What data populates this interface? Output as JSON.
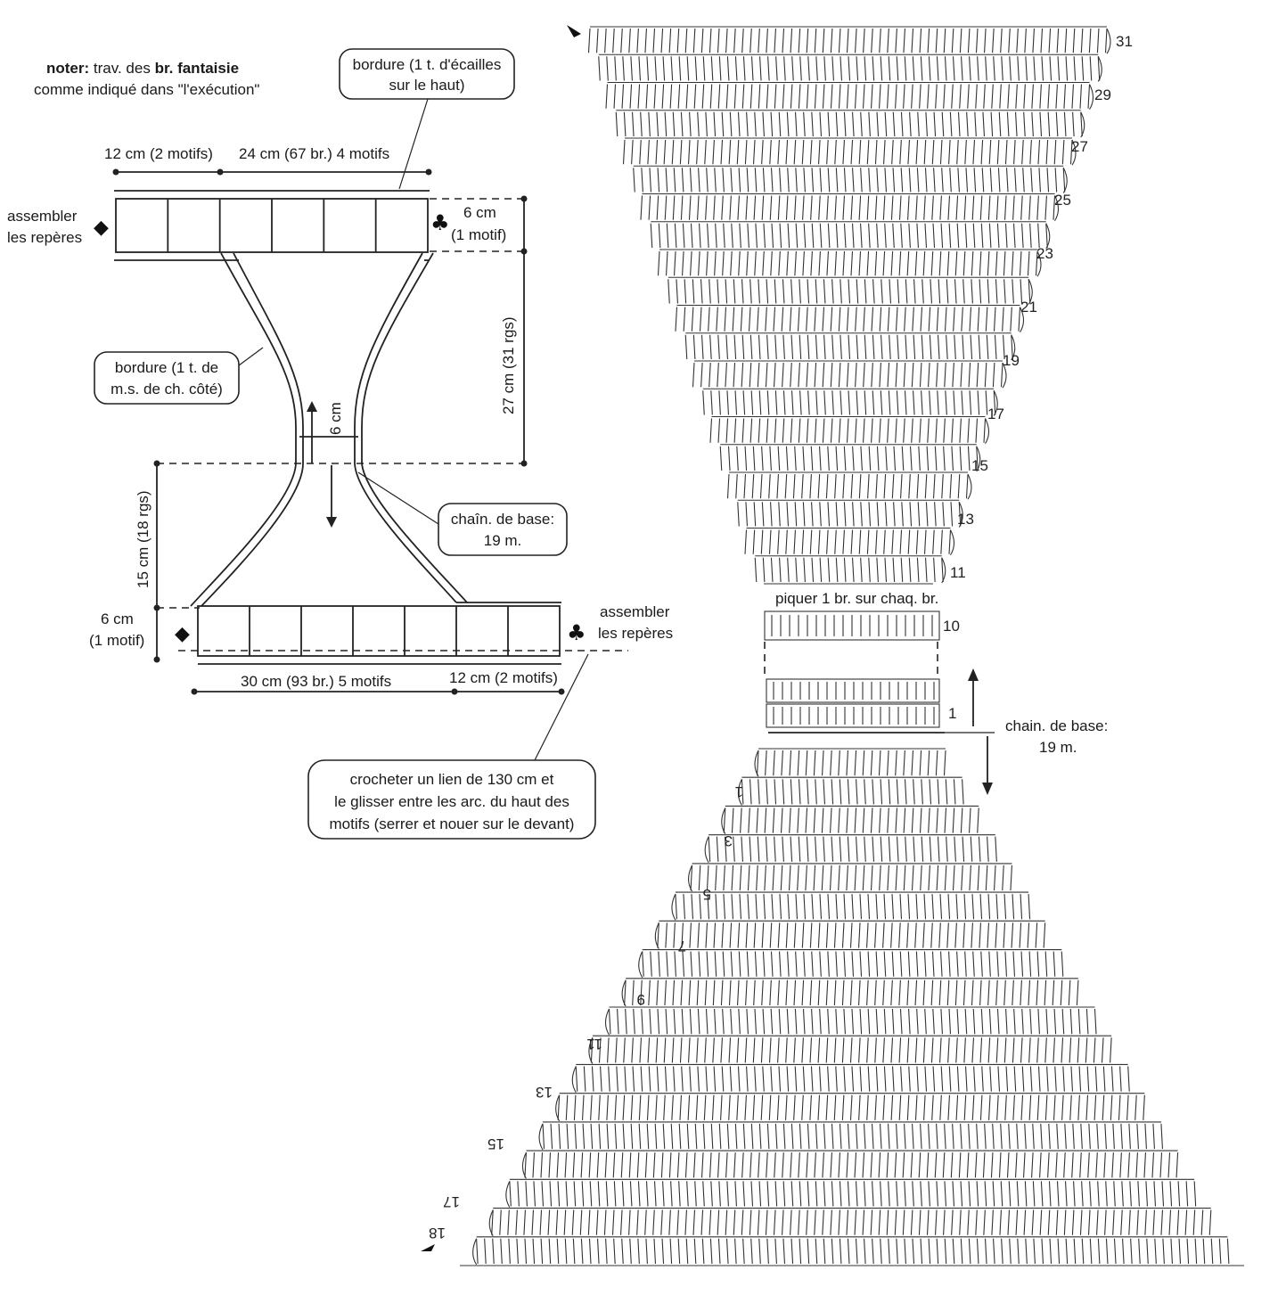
{
  "note": {
    "label_bold": "noter:",
    "text_a": " trav. des ",
    "text_bold": "br. fantaisie",
    "line2": "comme indiqué dans \"l'exécution\""
  },
  "top_band": {
    "bordure_line1": "bordure (1 t. d'écailles",
    "bordure_line2": "sur le haut)",
    "dim_left": "12 cm (2 motifs)",
    "dim_right": "24 cm (67 br.) 4 motifs",
    "dim_height_1": "6 cm",
    "dim_height_2": "(1 motif)",
    "assemble_1": "assembler",
    "assemble_2": "les repères",
    "motif_count": 6
  },
  "middle": {
    "bordure_line1": "bordure (1 t. de",
    "bordure_line2": "m.s. de ch. côté)",
    "waist_width": "6 cm",
    "upper_height": "27 cm (31 rgs)",
    "lower_height": "15 cm (18 rgs)",
    "chain_line1": "chaîn. de base:",
    "chain_line2": "19 m."
  },
  "bottom_band": {
    "dim_height_1": "6 cm",
    "dim_height_2": "(1 motif)",
    "assemble_1": "assembler",
    "assemble_2": "les repères",
    "dim_left": "30 cm (93 br.) 5 motifs",
    "dim_right": "12 cm (2 motifs)",
    "motif_count": 7
  },
  "tie_note": {
    "line1": "crocheter un lien de 130 cm et",
    "line2": "le glisser entre les arc. du haut des",
    "line3": "motifs (serrer et nouer sur le devant)"
  },
  "stitch_chart": {
    "upper_rows_shown": [
      "31",
      "29",
      "27",
      "25",
      "23",
      "21",
      "19",
      "17",
      "15",
      "13",
      "11",
      "10",
      "1"
    ],
    "piquer": "piquer 1 br. sur chaq. br.",
    "chain_line1": "chain. de base:",
    "chain_line2": "19 m.",
    "lower_rows_shown": [
      "1",
      "3",
      "5",
      "7",
      "9",
      "11",
      "13",
      "15",
      "17",
      "18"
    ]
  }
}
